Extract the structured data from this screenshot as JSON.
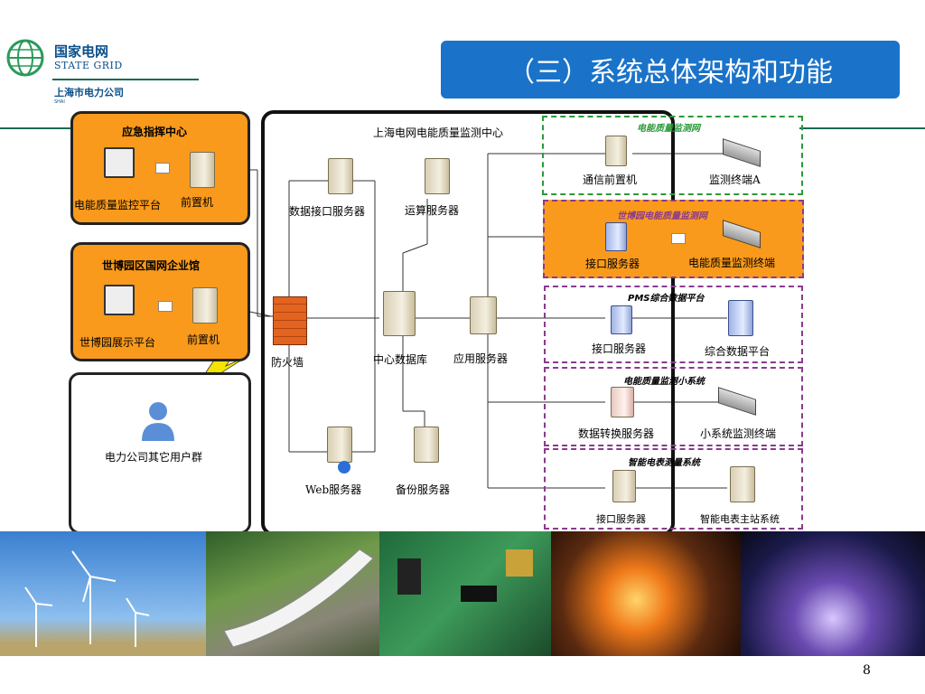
{
  "header": {
    "logo_cn": "国家电网",
    "logo_en": "STATE GRID",
    "company": "上海市电力公司",
    "company_en_fragment": "SHAI",
    "title": "（三）系统总体架构和功能"
  },
  "diagram": {
    "emergency_center": {
      "title": "应急指挥中心",
      "monitor_label": "电能质量监控平台",
      "front_label": "前置机"
    },
    "expo_pavilion": {
      "title": "世博园区国网企业馆",
      "monitor_label": "世博园展示平台",
      "front_label": "前置机"
    },
    "users": {
      "label": "电力公司其它用户群"
    },
    "center": {
      "title": "上海电网电能质量监测中心",
      "data_interface": "数据接口服务器",
      "compute": "运算服务器",
      "firewall": "防火墙",
      "central_db": "中心数据库",
      "app_server": "应用服务器",
      "web_server": "Web服务器",
      "backup_server": "备份服务器"
    },
    "groups": [
      {
        "title": "电能质量监测网",
        "left": "通信前置机",
        "right": "监测终端A"
      },
      {
        "title": "世博园电能质量监测网",
        "left": "接口服务器",
        "right": "电能质量监测终端"
      },
      {
        "title": "PMS综合数据平台",
        "left": "接口服务器",
        "right": "综合数据平台"
      },
      {
        "title": "电能质量监测小系统",
        "left": "数据转换服务器",
        "right": "小系统监测终端"
      },
      {
        "title": "智能电表测量系统",
        "left": "接口服务器",
        "right": "智能电表主站系统"
      }
    ]
  },
  "footer": {
    "page_number": "8"
  },
  "colors": {
    "accent_blue": "#1a73c9",
    "orange": "#f99a1c",
    "green_dash": "#2a9a3a",
    "purple_dash": "#8b3a8e"
  }
}
